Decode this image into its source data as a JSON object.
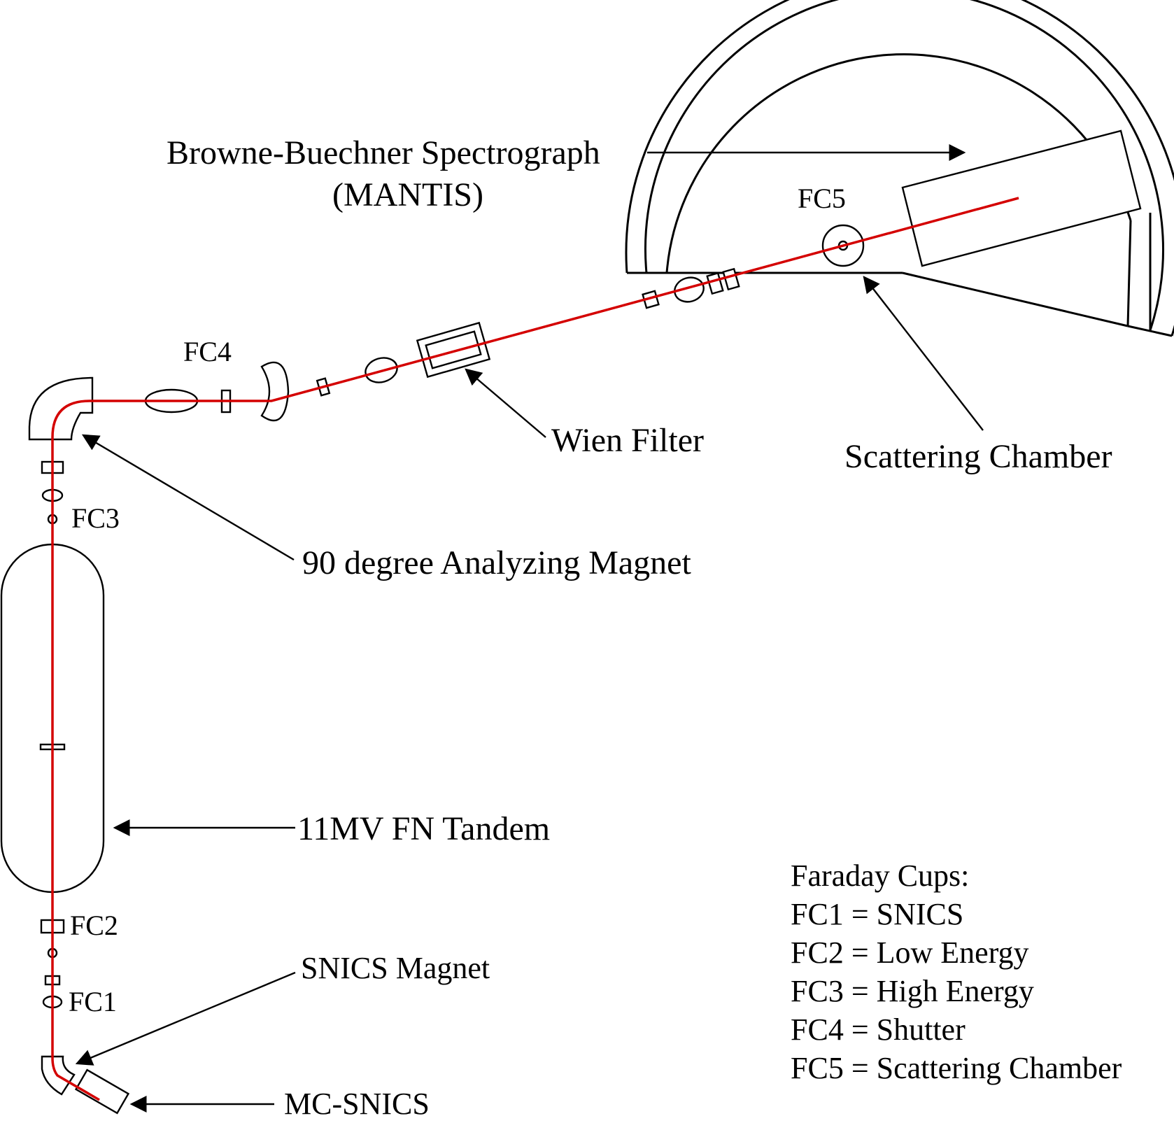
{
  "labels": {
    "spectrograph_line1": "Browne-Buechner Spectrograph",
    "spectrograph_line2": "(MANTIS)",
    "fc5": "FC5",
    "fc4": "FC4",
    "fc3": "FC3",
    "fc2": "FC2",
    "fc1": "FC1",
    "wien_filter": "Wien Filter",
    "scattering_chamber": "Scattering Chamber",
    "analyzing_magnet": "90 degree Analyzing Magnet",
    "tandem": "11MV FN Tandem",
    "snics_magnet": "SNICS Magnet",
    "mc_snics": "MC-SNICS"
  },
  "legend": {
    "title": "Faraday Cups:",
    "items": [
      "FC1 = SNICS",
      "FC2 = Low Energy",
      "FC3 = High Energy",
      "FC4 = Shutter",
      "FC5 = Scattering Chamber"
    ]
  },
  "colors": {
    "beam": "#d40000",
    "line": "#000000",
    "background": "#ffffff"
  }
}
